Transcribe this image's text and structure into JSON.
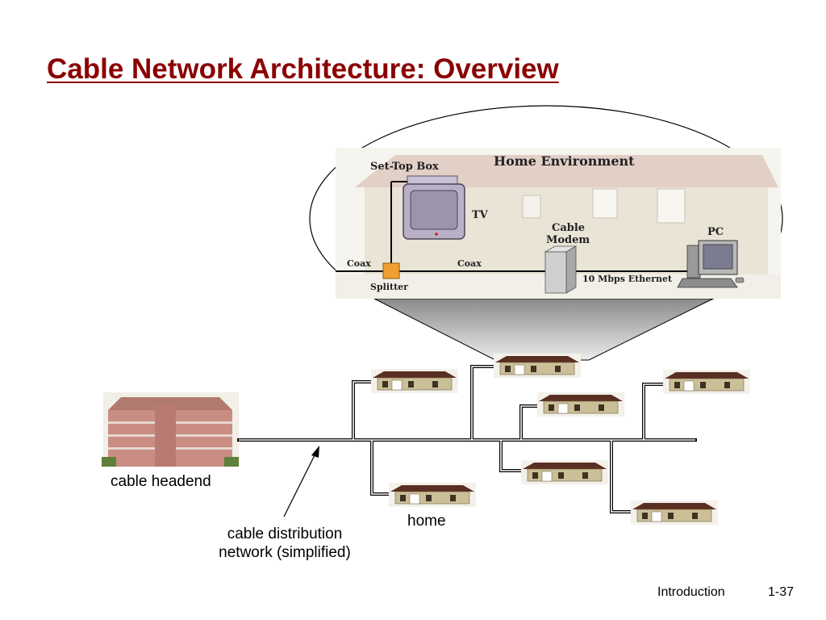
{
  "slide": {
    "title": "Cable Network Architecture: Overview",
    "footer_section": "Introduction",
    "footer_page": "1-37"
  },
  "labels": {
    "cable_headend": "cable headend",
    "home": "home",
    "distribution_line1": "cable distribution",
    "distribution_line2": "network (simplified)"
  },
  "home_environment": {
    "title": "Home Environment",
    "set_top_box": "Set-Top Box",
    "tv": "TV",
    "cable_modem_line1": "Cable",
    "cable_modem_line2": "Modem",
    "pc": "PC",
    "coax_left": "Coax",
    "coax_right": "Coax",
    "splitter": "Splitter",
    "ethernet": "10 Mbps Ethernet"
  },
  "colors": {
    "title": "#8b0000",
    "splitter": "#f0a030",
    "roof": "#5a2e22",
    "wall": "#cbbf98"
  }
}
